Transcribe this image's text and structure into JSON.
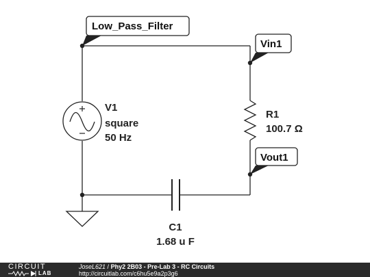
{
  "schematic": {
    "tags": {
      "low_pass": "Low_Pass_Filter",
      "vin": "Vin1",
      "vout": "Vout1"
    },
    "v1": {
      "name": "V1",
      "type": "square",
      "freq": "50 Hz"
    },
    "r1": {
      "name": "R1",
      "value": "100.7 Ω"
    },
    "c1": {
      "name": "C1",
      "value": "1.68 u F"
    }
  },
  "footer": {
    "logo_top": "CIRCUIT",
    "logo_bottom": "LAB",
    "author": "JoseL621",
    "separator": " / ",
    "title": "Phy2 2B03 - Pre-Lab 3 - RC Circuits",
    "url": "http://circuitlab.com/c6hu5e9a2p3g6"
  },
  "colors": {
    "wire": "#222222",
    "tag_fill": "#ffffff",
    "footer_bg": "#2b2b2b"
  }
}
